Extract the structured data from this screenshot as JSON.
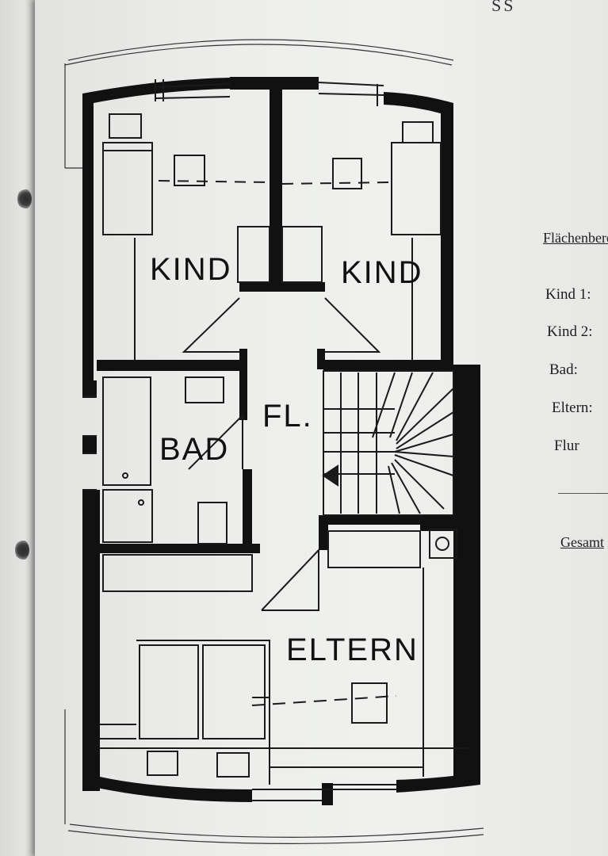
{
  "header": {
    "title_fragment": "SS"
  },
  "plan": {
    "rooms": {
      "kind_left": "KIND",
      "kind_right": "KIND",
      "bad": "BAD",
      "flur": "FL.",
      "eltern": "ELTERN"
    }
  },
  "area_table": {
    "heading": "Flächenbere",
    "rows": [
      {
        "label": "Kind 1:"
      },
      {
        "label": "Kind 2:"
      },
      {
        "label": "Bad:"
      },
      {
        "label": "Eltern:"
      },
      {
        "label": "Flur"
      }
    ],
    "total_label": "Gesamt"
  }
}
